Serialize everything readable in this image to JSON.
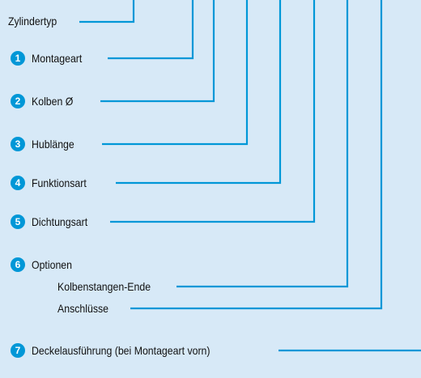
{
  "diagram": {
    "title_label": "Zylindertyp",
    "accent_color": "#0097d7",
    "number_color": "#0097d7",
    "background_color": "#d7e9f7",
    "items": [
      {
        "number": "1",
        "label": "Montageart"
      },
      {
        "number": "2",
        "label": "Kolben Ø"
      },
      {
        "number": "3",
        "label": "Hublänge"
      },
      {
        "number": "4",
        "label": "Funktionsart"
      },
      {
        "number": "5",
        "label": "Dichtungsart"
      },
      {
        "number": "6",
        "label": "Optionen"
      },
      {
        "number": "7",
        "label": "Deckelausführung (bei Montageart vorn)"
      }
    ],
    "sub_items": [
      {
        "label": "Kolbenstangen-Ende"
      },
      {
        "label": "Anschlüsse"
      }
    ]
  }
}
